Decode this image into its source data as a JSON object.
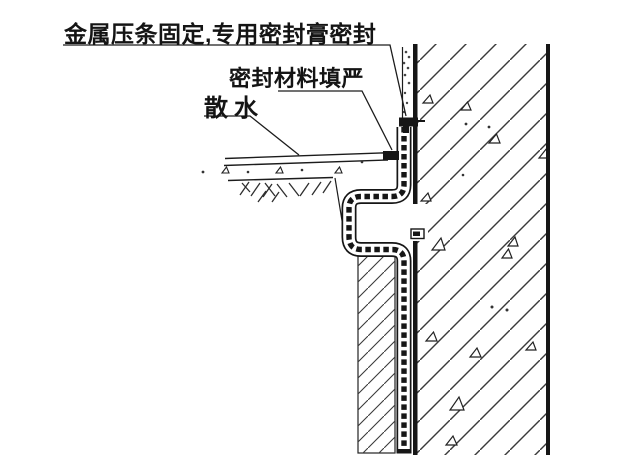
{
  "drawing": {
    "kind": "construction-detail",
    "language": "zh-CN",
    "labels": {
      "top_note": "金属压条固定,专用密封膏密封",
      "seal_note": "密封材料填严",
      "apron_note": "散水"
    },
    "colors": {
      "line": "#1c1c1c",
      "hatch": "#3a3a3a",
      "solid_fill": "#161616",
      "background": "#ffffff"
    }
  }
}
